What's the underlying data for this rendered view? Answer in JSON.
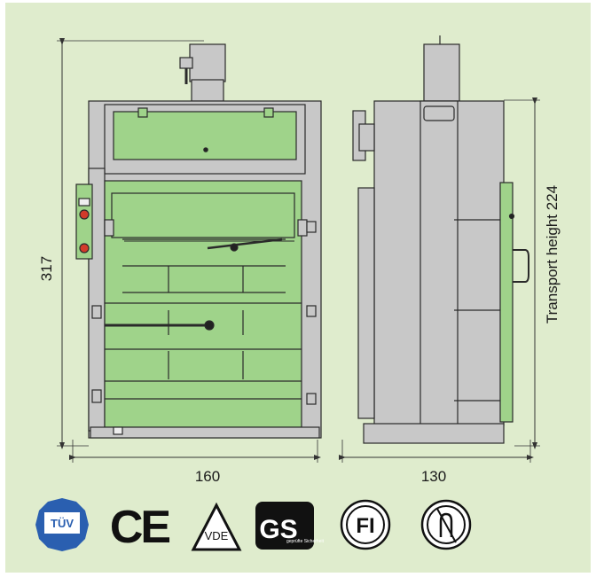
{
  "dimensions": {
    "height_label": "317",
    "width_label": "160",
    "depth_label": "130",
    "transport_label": "Transport height 224"
  },
  "certifications": [
    {
      "name": "TÜV",
      "text": "TÜV"
    },
    {
      "name": "CE",
      "text": "CE"
    },
    {
      "name": "VDE",
      "text": "VDE"
    },
    {
      "name": "GS",
      "text": "GS",
      "subtext": "geprüfte Sicherheit"
    },
    {
      "name": "FI",
      "text": "FI"
    },
    {
      "name": "hand-safety",
      "text": ""
    }
  ],
  "colors": {
    "background": "#dfeccd",
    "machine_green": "#9fd38a",
    "machine_grey": "#c8c8c8",
    "outline": "#2a2a2a",
    "badge_blue": "#2a5fb0"
  }
}
